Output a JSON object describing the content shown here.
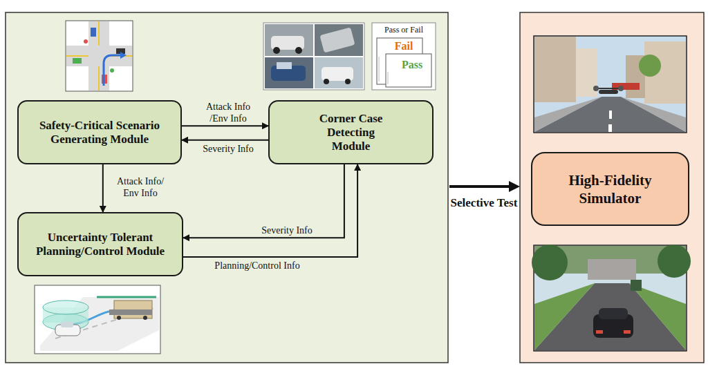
{
  "diagram": {
    "nodes": [
      {
        "text": [
          "Safety-Critical Scenario Generating Module"
        ]
      },
      {
        "text": [
          "Corner Case Detecting Module"
        ]
      },
      {
        "text": [
          "Uncertainty Tolerant Planning/Control Module"
        ]
      },
      {
        "text": [
          "High-Fidelity Simulator"
        ]
      }
    ],
    "edges": [
      {
        "from": 0,
        "to": 1,
        "label": "Attack Info /Env Info",
        "arrow": "to"
      },
      {
        "from": 1,
        "to": 0,
        "label": "Severity Info",
        "arrow": "to"
      },
      {
        "from": 0,
        "to": 2,
        "label": "Attack Info/ Env Info",
        "arrow": "to"
      },
      {
        "from": 1,
        "to": 2,
        "label": "Severity Info",
        "arrow": "to"
      },
      {
        "from": 2,
        "to": 1,
        "label": "Planning/Control Info",
        "arrow": "to"
      }
    ],
    "labels": [
      "Pass or Fail",
      "Fail",
      "Pass",
      "Selective Test"
    ]
  }
}
